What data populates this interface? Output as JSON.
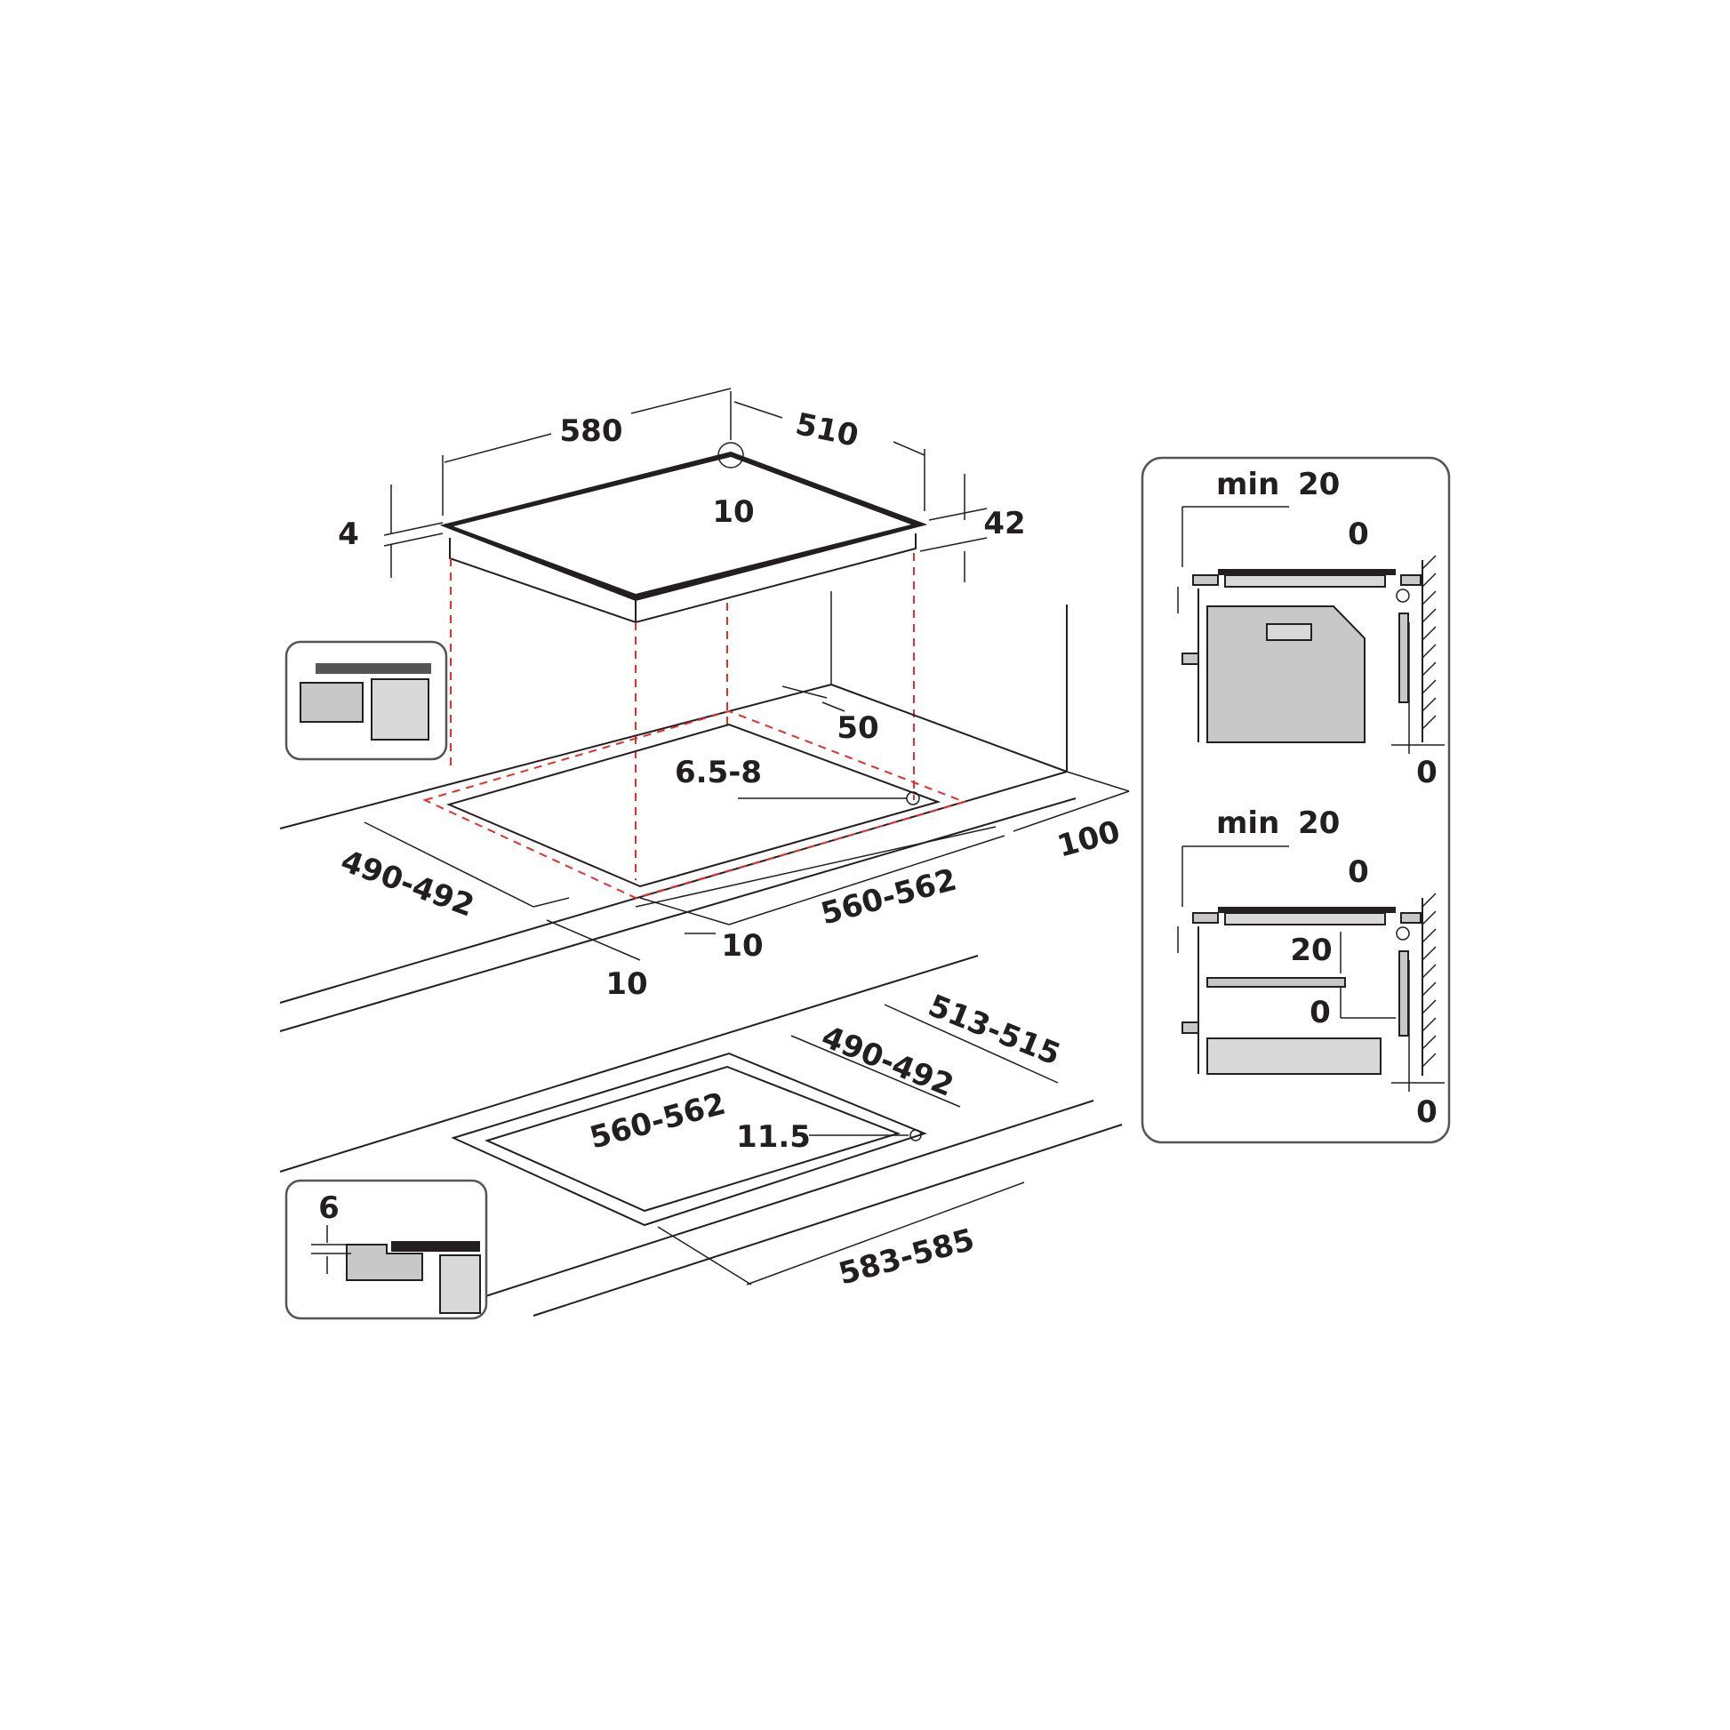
{
  "colors": {
    "line": "#231f20",
    "hidden_line": "#e0312e",
    "fill": "#c8c8c8",
    "panel_border": "#555555"
  },
  "hob": {
    "width": "580",
    "depth": "510",
    "corner_radius": "10",
    "glass_thickness": "4",
    "height": "42"
  },
  "cutout_flush": {
    "edge_gap": "50",
    "fixing_hole": "6.5-8",
    "rear_clearance": "100",
    "depth": "490-492",
    "width": "560-562",
    "side_gap_right": "10",
    "front_gap": "10"
  },
  "cutout_recessed": {
    "outer_depth": "513-515",
    "inner_depth": "490-492",
    "inner_width": "560-562",
    "radius": "11.5",
    "outer_width": "583-585",
    "rebate_depth": "6"
  },
  "install_above_oven": {
    "min_label": "min",
    "min_value": "20",
    "top_gap": "0",
    "wall_gap": "0"
  },
  "install_with_shelf": {
    "min_label": "min",
    "min_value": "20",
    "top_gap": "0",
    "shelf_gap": "20",
    "side_gap": "0",
    "wall_gap": "0"
  }
}
